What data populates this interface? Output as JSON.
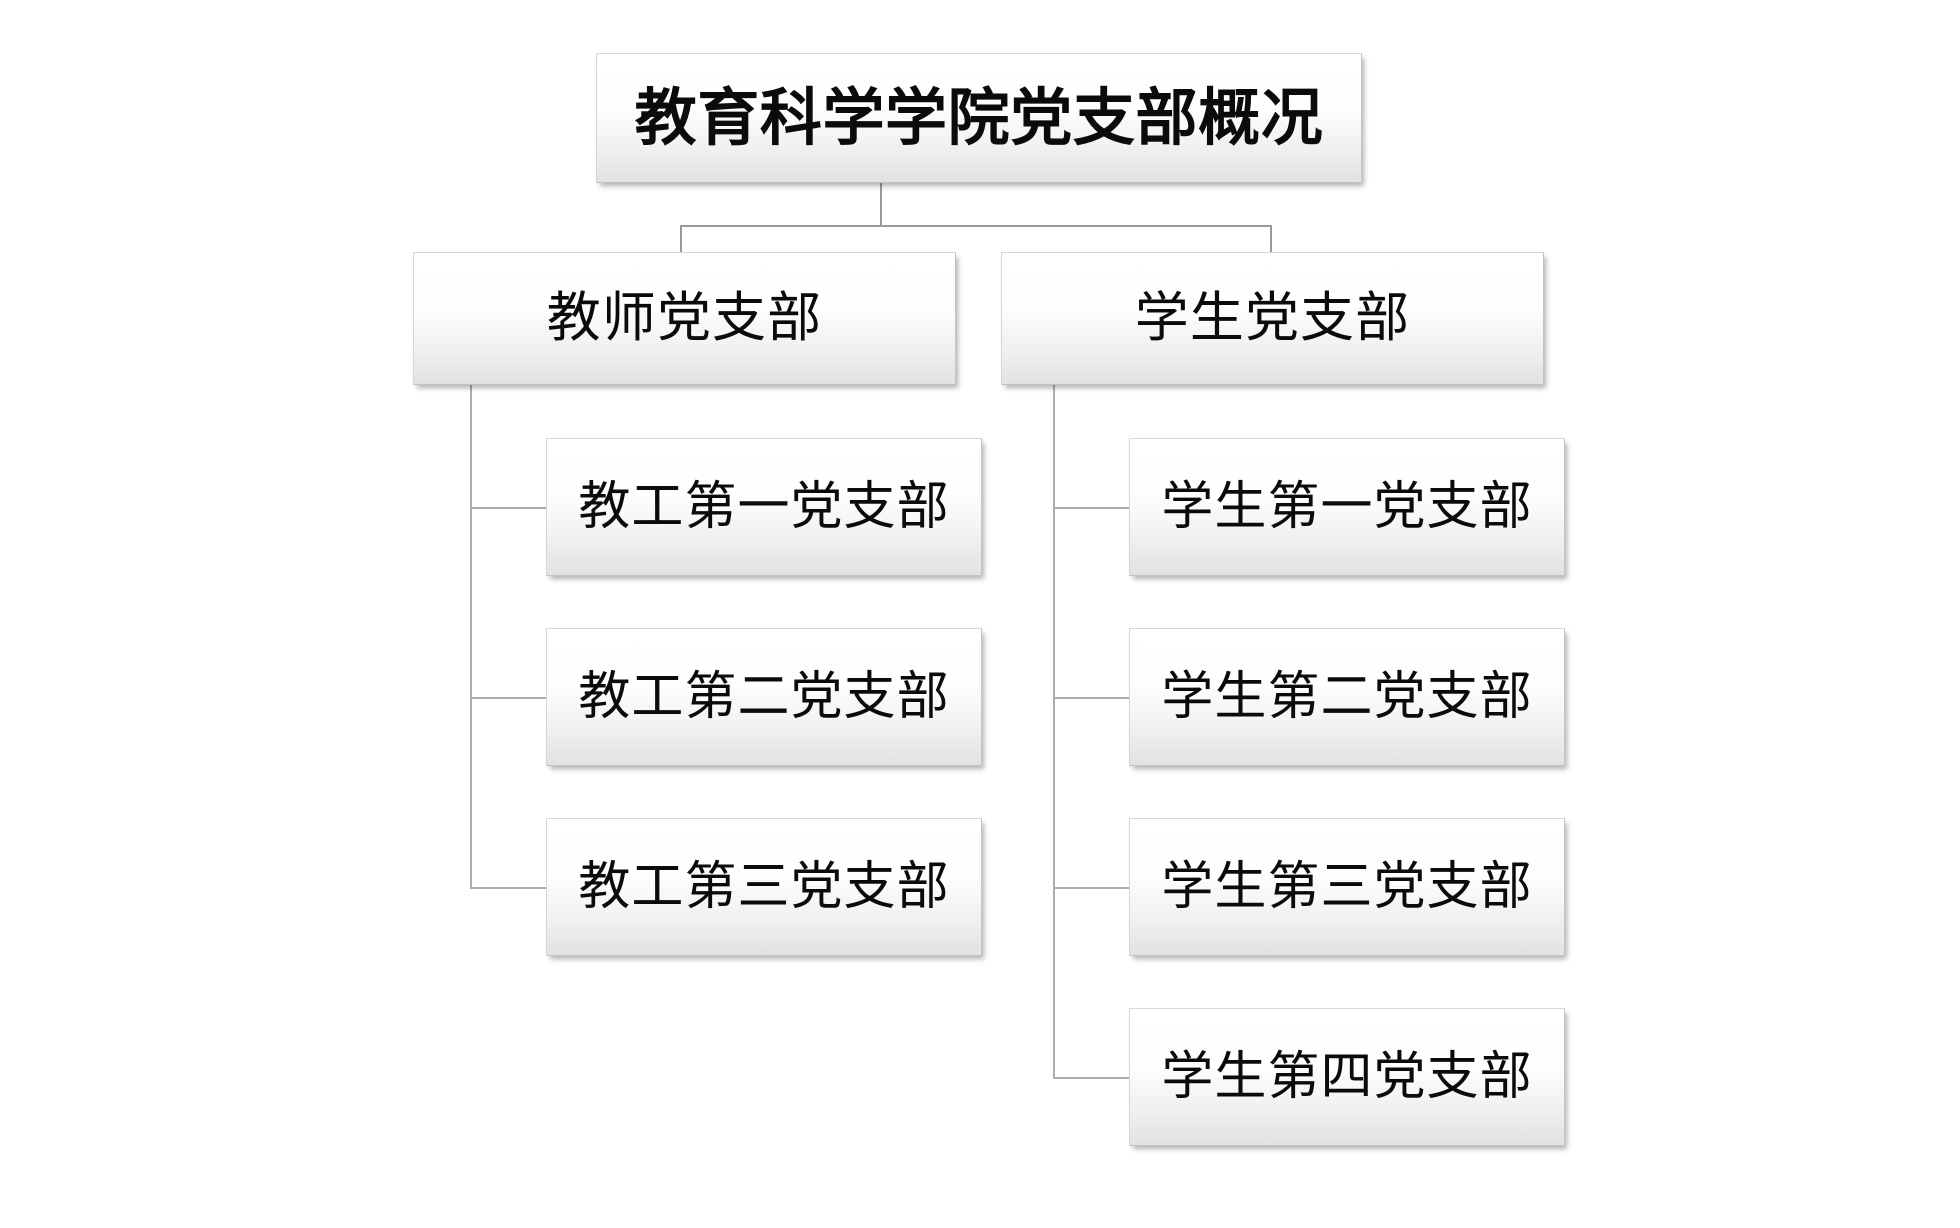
{
  "diagram": {
    "type": "organizational-hierarchy",
    "title": "教育科学学院党支部概况",
    "root": {
      "label": "教育科学学院党支部概况"
    },
    "branches": [
      {
        "label": "教师党支部",
        "children": [
          {
            "label": "教工第一党支部"
          },
          {
            "label": "教工第二党支部"
          },
          {
            "label": "教工第三党支部"
          }
        ]
      },
      {
        "label": "学生党支部",
        "children": [
          {
            "label": "学生第一党支部"
          },
          {
            "label": "学生第二党支部"
          },
          {
            "label": "学生第三党支部"
          },
          {
            "label": "学生第四党支部"
          }
        ]
      }
    ],
    "colors": {
      "background": "#ffffff",
      "box_fill_top": "#ffffff",
      "box_fill_bottom": "#e2e2e2",
      "box_border": "#c3c3c3",
      "connector": "#9a9a9a",
      "text": "#0b0b0b"
    }
  }
}
